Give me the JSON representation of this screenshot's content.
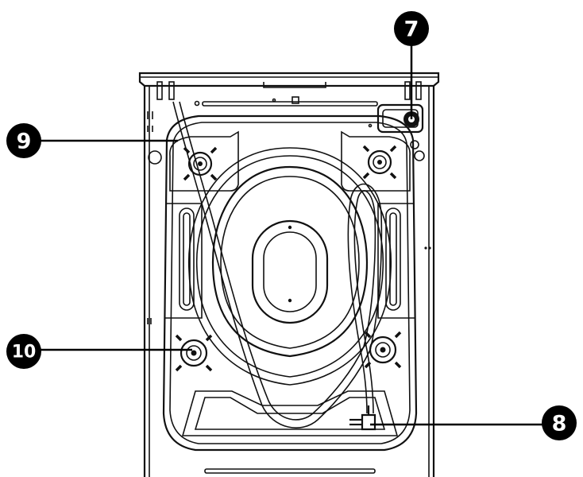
{
  "callouts": [
    {
      "id": "7",
      "label": "7"
    },
    {
      "id": "8",
      "label": "8"
    },
    {
      "id": "9",
      "label": "9"
    },
    {
      "id": "10",
      "label": "10"
    }
  ]
}
